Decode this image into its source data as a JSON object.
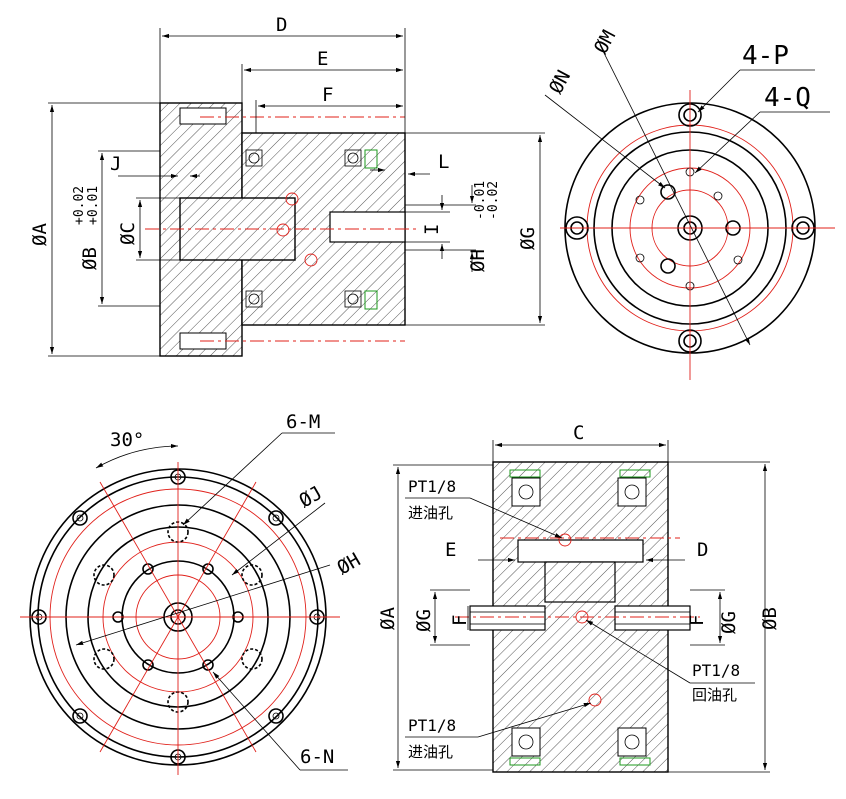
{
  "colors": {
    "outline": "#000000",
    "centerline": "#e0201a",
    "seal": "#1e9a1e",
    "background": "#ffffff"
  },
  "view1": {
    "dim_D": "D",
    "dim_E": "E",
    "dim_F": "F",
    "dim_phiA": "ØA",
    "dim_phiB": "ØB",
    "tol_B_upper": "+0.02",
    "tol_B_lower": "+0.01",
    "dim_phiC": "ØC",
    "dim_J": "J",
    "dim_L": "L",
    "dim_I": "I",
    "dim_phiH": "ØH",
    "tol_H_upper": "-0.01",
    "tol_H_lower": "-0.02",
    "dim_phiG": "ØG"
  },
  "view2": {
    "dim_phiN": "ØN",
    "dim_phiM": "ØM",
    "dim_4P": "4-P",
    "dim_4Q": "4-Q"
  },
  "view3": {
    "angle": "30°",
    "dim_6M": "6-M",
    "dim_phiJ": "ØJ",
    "dim_phiH": "ØH",
    "dim_6N": "6-N"
  },
  "view4": {
    "dim_C": "C",
    "dim_E": "E",
    "dim_D": "D",
    "dim_phiA": "ØA",
    "dim_phiB": "ØB",
    "dim_phiG_left": "ØG",
    "dim_F_left": "F",
    "dim_F_right": "F",
    "dim_phiG_right": "ØG",
    "port_top_thread": "PT1/8",
    "port_top_name": "进油孔",
    "port_mid_thread": "PT1/8",
    "port_mid_name": "回油孔",
    "port_bot_thread": "PT1/8",
    "port_bot_name": "进油孔"
  }
}
